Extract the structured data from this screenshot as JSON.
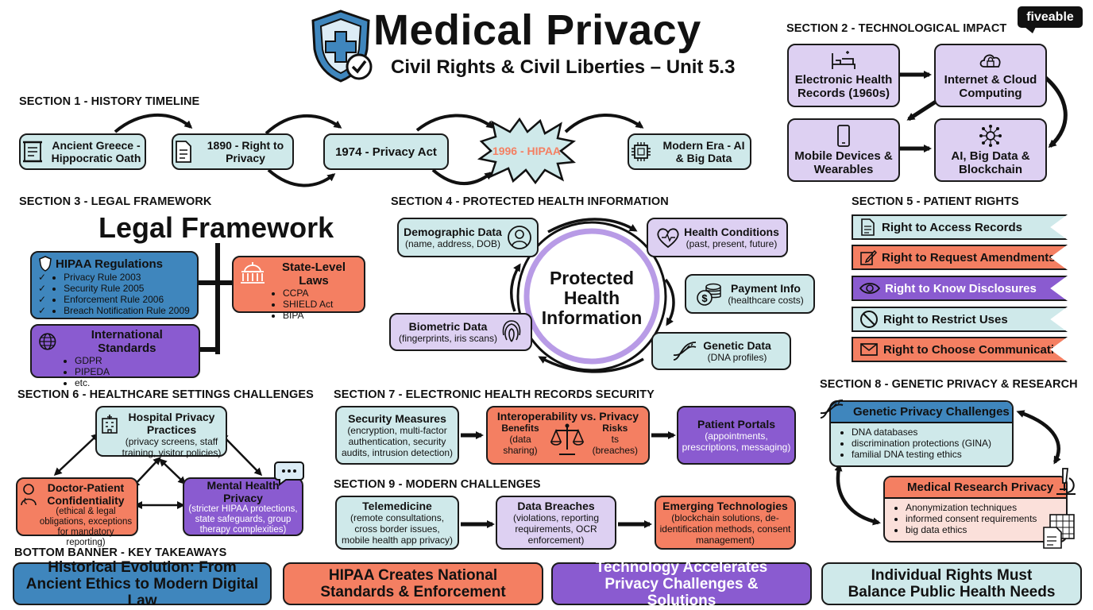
{
  "header": {
    "title": "Medical Privacy",
    "subtitle": "Civil Rights & Civil Liberties – Unit 5.3",
    "brand": "fiveable"
  },
  "section1": {
    "heading": "SECTION 1 - HISTORY TIMELINE",
    "items": [
      {
        "label": "Ancient Greece - Hippocratic Oath"
      },
      {
        "label": "1890 - Right to Privacy"
      },
      {
        "label": "1974 - Privacy Act"
      },
      {
        "label": "1996 - HIPAA"
      },
      {
        "label": "Modern Era - AI & Big Data"
      }
    ]
  },
  "section2": {
    "heading": "SECTION 2 - TECHNOLOGICAL IMPACT",
    "items": [
      {
        "label": "Electronic Health Records (1960s)"
      },
      {
        "label": "Internet & Cloud Computing"
      },
      {
        "label": "Mobile Devices & Wearables"
      },
      {
        "label": "AI, Big Data & Blockchain"
      }
    ]
  },
  "section3": {
    "heading": "SECTION 3 - LEGAL FRAMEWORK",
    "big_title": "Legal Framework",
    "hipaa": {
      "title": "HIPAA Regulations",
      "items": [
        "Privacy Rule 2003",
        "Security Rule 2005",
        "Enforcement Rule 2006",
        "Breach Notification Rule 2009"
      ]
    },
    "international": {
      "title": "International Standards",
      "items": [
        "GDPR",
        "PIPEDA",
        "etc."
      ]
    },
    "state": {
      "title": "State-Level Laws",
      "items": [
        "CCPA",
        "SHIELD Act",
        "BIPA"
      ]
    }
  },
  "section4": {
    "heading": "SECTION 4 - PROTECTED HEALTH INFORMATION",
    "center": "Protected Health Information",
    "items": [
      {
        "title": "Demographic Data",
        "desc": "(name, address, DOB)"
      },
      {
        "title": "Health Conditions",
        "desc": "(past, present, future)"
      },
      {
        "title": "Payment Info",
        "desc": "(healthcare costs)"
      },
      {
        "title": "Genetic Data",
        "desc": "(DNA profiles)"
      },
      {
        "title": "Biometric Data",
        "desc": "(fingerprints, iris scans)"
      }
    ]
  },
  "section5": {
    "heading": "SECTION 5 - PATIENT RIGHTS",
    "items": [
      {
        "label": "Right to Access Records"
      },
      {
        "label": "Right to Request Amendments"
      },
      {
        "label": "Right to Know Disclosures"
      },
      {
        "label": "Right to Restrict Uses"
      },
      {
        "label": "Right to Choose Communication"
      }
    ]
  },
  "section6": {
    "heading": "SECTION 6 - HEALTHCARE SETTINGS CHALLENGES",
    "hospital": {
      "title": "Hospital Privacy Practices",
      "desc": "(privacy screens, staff training, visitor policies)"
    },
    "doctor": {
      "title": "Doctor-Patient Confidentiality",
      "desc": "(ethical & legal obligations, exceptions for mandatory reporting)"
    },
    "mental": {
      "title": "Mental Health Privacy",
      "desc": "(stricter HIPAA protections, state safeguards, group therapy complexities)"
    }
  },
  "section7": {
    "heading": "SECTION 7 - ELECTRONIC HEALTH RECORDS SECURITY",
    "security": {
      "title": "Security Measures",
      "desc": "(encryption, multi-factor authentication, security audits, intrusion detection)"
    },
    "interop": {
      "title": "Interoperability vs. Privacy",
      "benefits": "Benefits",
      "benefits_desc": "(data sharing)",
      "risks": "Risks",
      "risks_extra": "ts",
      "risks_desc": "(breaches)"
    },
    "portals": {
      "title": "Patient Portals",
      "desc": "(appointments, prescriptions, messaging)"
    }
  },
  "section8": {
    "heading": "SECTION 8 - GENETIC PRIVACY & RESEARCH",
    "genetic": {
      "title": "Genetic Privacy Challenges",
      "items": [
        "DNA databases",
        "discrimination protections (GINA)",
        "familial DNA testing ethics"
      ]
    },
    "research": {
      "title": "Medical Research Privacy",
      "items": [
        "Anonymization techniques",
        "informed consent requirements",
        "big data ethics"
      ]
    }
  },
  "section9": {
    "heading": "SECTION 9 - MODERN CHALLENGES",
    "items": [
      {
        "title": "Telemedicine",
        "desc": "(remote consultations, cross border issues, mobile health app privacy)"
      },
      {
        "title": "Data Breaches",
        "desc": "(violations, reporting requirements, OCR enforcement)"
      },
      {
        "title": "Emerging Technologies",
        "desc": "(blockchain solutions, de-identification methods, consent management)"
      }
    ]
  },
  "bottom": {
    "heading": "BOTTOM BANNER - KEY TAKEAWAYS",
    "items": [
      {
        "label": "Historical Evolution: From Ancient Ethics to Modern Digital Law",
        "color": "#3f86bd"
      },
      {
        "label": "HIPAA Creates National Standards & Enforcement",
        "color": "#f47f62"
      },
      {
        "label": "Technology Accelerates Privacy Challenges & Solutions",
        "color": "#8a5bd0"
      },
      {
        "label": "Individual Rights Must Balance Public Health Needs",
        "color": "#cfe9ea"
      }
    ]
  },
  "icons": {
    "logo": "shield-medical-check-icon",
    "scroll": "scroll-icon",
    "document": "document-icon",
    "chip": "chip-icon",
    "bed": "hospital-bed-icon",
    "cloud": "cloud-lock-icon",
    "phone": "smartphone-icon",
    "network": "network-icon",
    "globe": "globe-icon",
    "capitol": "capitol-icon",
    "user": "user-icon",
    "heart": "heart-icon",
    "coins": "coins-icon",
    "dna": "dna-icon",
    "fingerprint": "fingerprint-icon",
    "scales": "scales-icon",
    "microscope": "microscope-icon",
    "chat": "chat-bubble-icon",
    "building": "hospital-building-icon",
    "doctor": "doctor-icon"
  }
}
